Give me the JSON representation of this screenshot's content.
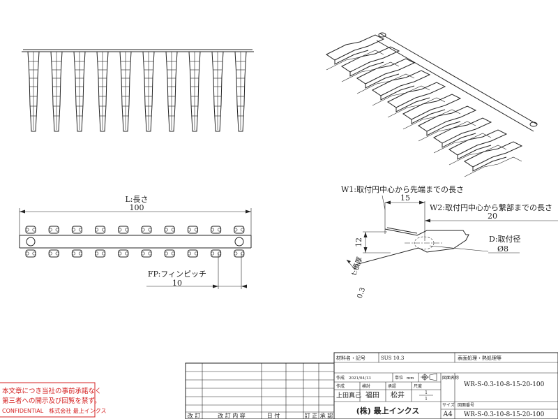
{
  "dimensions": {
    "length_label": "L:長さ",
    "length_value": "100",
    "fin_pitch_label": "FP:フィンピッチ",
    "fin_pitch_value": "10",
    "w1_label": "W1:取付円中心から先端までの長さ",
    "w1_value": "15",
    "w2_label": "W2:取付円中心から繋部までの長さ",
    "w2_value": "20",
    "height_value": "12",
    "d_label": "D:取付径",
    "d_value": "Ø8",
    "t_label": "t:板厚",
    "t_value": "0.3"
  },
  "confidential": {
    "line1": "本文章につき当社の事前承諾なく",
    "line2": "第三者への開示及び回覧を禁ず。",
    "line3": "CONFIDENTIAL　株式会社 最上インクス"
  },
  "title_block": {
    "material_label": "材料名・記号",
    "material_value": "SUS 10.3",
    "surface_label": "表面処理・熱処理等",
    "created_label": "作成",
    "created_date": "2021/04/13",
    "unit_label": "単位",
    "unit_value": "mm",
    "drawing_name_label": "図面名称",
    "drawing_name_value": "WR-S-0.3-10-8-15-20-100",
    "maker_label": "作成",
    "check_label": "検討",
    "approve_label": "承認",
    "scale_label": "尺度",
    "maker_name": "上田真己",
    "check_name": "福田",
    "approve_name": "松井",
    "scale_num": "1",
    "scale_den": "1",
    "company": "(株) 最上インクス",
    "size_label": "サイズ",
    "size_value": "A4",
    "drawing_no_label": "図面番号",
    "drawing_no_value": "WR-S-0.3-10-8-15-20-100"
  },
  "revision_header": [
    "改 訂",
    "改 訂 内 容",
    "日 付",
    "訂 正",
    "承 認"
  ]
}
